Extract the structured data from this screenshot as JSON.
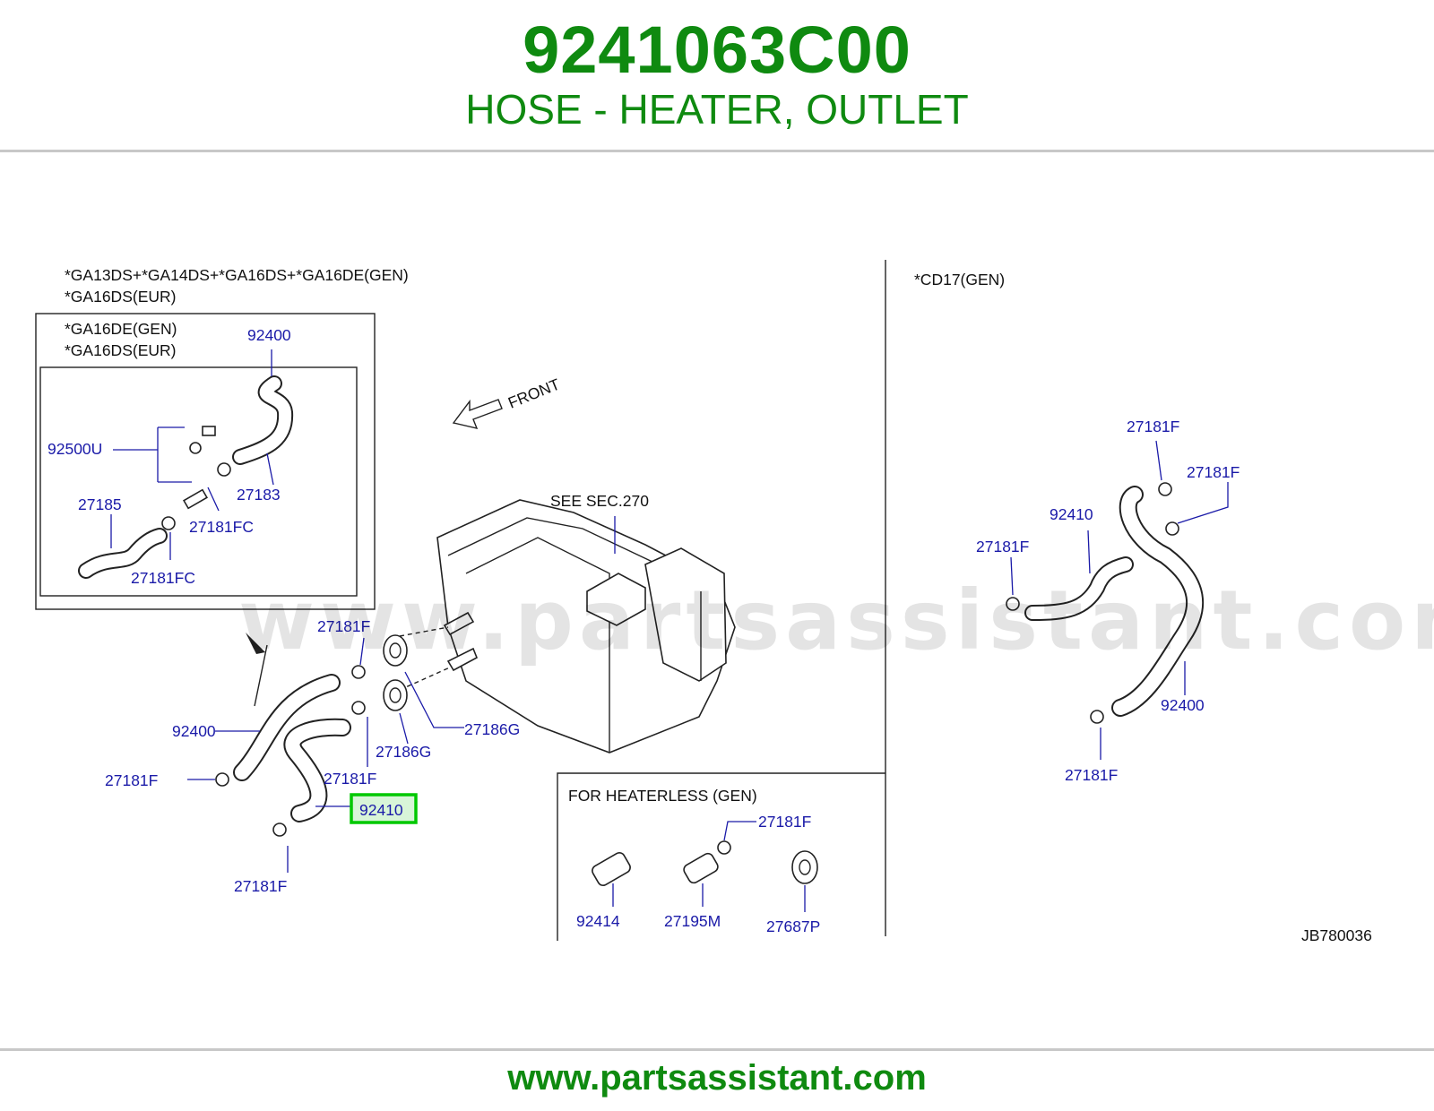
{
  "header": {
    "part_number": "9241063C00",
    "description": "HOSE - HEATER, OUTLET"
  },
  "footer": {
    "url": "www.partsassistant.com"
  },
  "watermark": "www.partsassistant.com",
  "diagram": {
    "code": "JB780036",
    "main_section": {
      "engine_line1": "*GA13DS+*GA14DS+*GA16DS+*GA16DE(GEN)",
      "engine_line2": "*GA16DS(EUR)",
      "inset_line1": "*GA16DE(GEN)",
      "inset_line2": "*GA16DS(EUR)",
      "front_label": "FRONT",
      "see_label": "SEE   SEC.270"
    },
    "cd17_section": {
      "title": "*CD17(GEN)"
    },
    "heaterless_section": {
      "title": "FOR   HEATERLESS   (GEN)"
    },
    "callouts": {
      "inset_92400": "92400",
      "inset_92500U": "92500U",
      "inset_27185": "27185",
      "inset_27183": "27183",
      "inset_27181FC_a": "27181FC",
      "inset_27181FC_b": "27181FC",
      "main_27181F_top": "27181F",
      "main_92400": "92400",
      "main_27181F_left": "27181F",
      "main_27181F_mid": "27181F",
      "main_27181F_bottom": "27181F",
      "main_27186G_a": "27186G",
      "main_27186G_b": "27186G",
      "main_92410_highlight": "92410",
      "cd17_27181F_top": "27181F",
      "cd17_27181F_right": "27181F",
      "cd17_92410": "92410",
      "cd17_27181F_left": "27181F",
      "cd17_92400": "92400",
      "cd17_27181F_bottom": "27181F",
      "hl_27181F": "27181F",
      "hl_92414": "92414",
      "hl_27195M": "27195M",
      "hl_27687P": "27687P"
    },
    "highlight_color": "#00c800"
  }
}
